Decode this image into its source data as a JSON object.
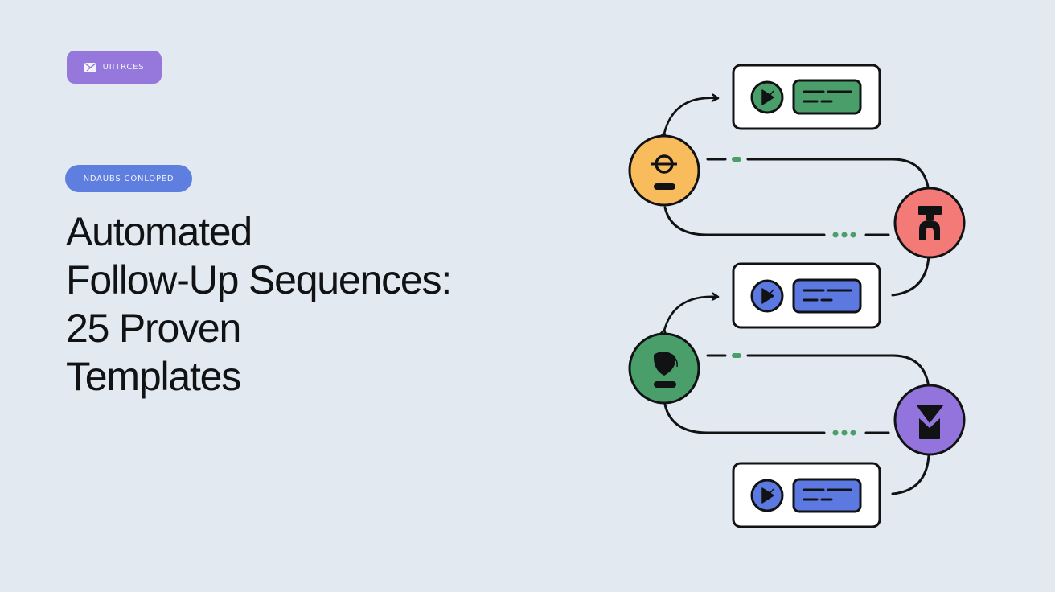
{
  "badges": {
    "top": {
      "label": "UIITRCES",
      "icon": "mail-icon",
      "color": "#9678dd"
    },
    "middle": {
      "label": "NDAUBS CONLOPED",
      "color": "#5f7fe0"
    }
  },
  "headline": {
    "lines": [
      "Automated",
      "Follow-Up Sequences:",
      "25 Proven",
      "Templates"
    ]
  },
  "diagram": {
    "cards": [
      {
        "name": "message-card-1",
        "accent": "#4a9e6a",
        "icon": "play-icon"
      },
      {
        "name": "message-card-2",
        "accent": "#5b79e0",
        "icon": "play-icon"
      },
      {
        "name": "message-card-3",
        "accent": "#5b79e0",
        "icon": "play-icon"
      }
    ],
    "nodes": [
      {
        "name": "node-orange",
        "color": "#f8bc5c",
        "icon": "theta-person-icon"
      },
      {
        "name": "node-red",
        "color": "#f47a78",
        "icon": "fork-icon"
      },
      {
        "name": "node-green",
        "color": "#4a9e6a",
        "icon": "person-icon"
      },
      {
        "name": "node-purple",
        "color": "#9274dc",
        "icon": "hourglass-mail-icon"
      }
    ],
    "connector_dot_color": "#4a9e6a",
    "stroke_color": "#111214"
  }
}
